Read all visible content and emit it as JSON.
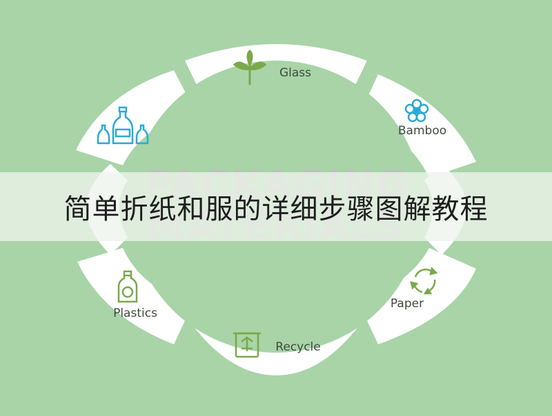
{
  "diagram": {
    "center_text": [
      "PACKAGING",
      "MATERIALS"
    ],
    "segments": [
      {
        "label": "Glass",
        "icon": "sprout-icon"
      },
      {
        "label": "Bamboo",
        "icon": "flower-icon"
      },
      {
        "label": "Paper",
        "icon": "recycle-arrows-icon"
      },
      {
        "label": "Recycle",
        "icon": "recycle-bin-icon"
      },
      {
        "label": "Plastics",
        "icon": "plastic-bottle-icon"
      },
      {
        "label": "",
        "icon": "glass-bottles-icon"
      }
    ]
  },
  "banner": {
    "title": "简单折纸和服的详细步骤图解教程"
  },
  "colors": {
    "background": "#a8d4a8",
    "segment_fill": "#ffffff",
    "green_icon": "#7aa84a",
    "blue_icon": "#29a9d6",
    "label_text": "#3d4a3d"
  }
}
